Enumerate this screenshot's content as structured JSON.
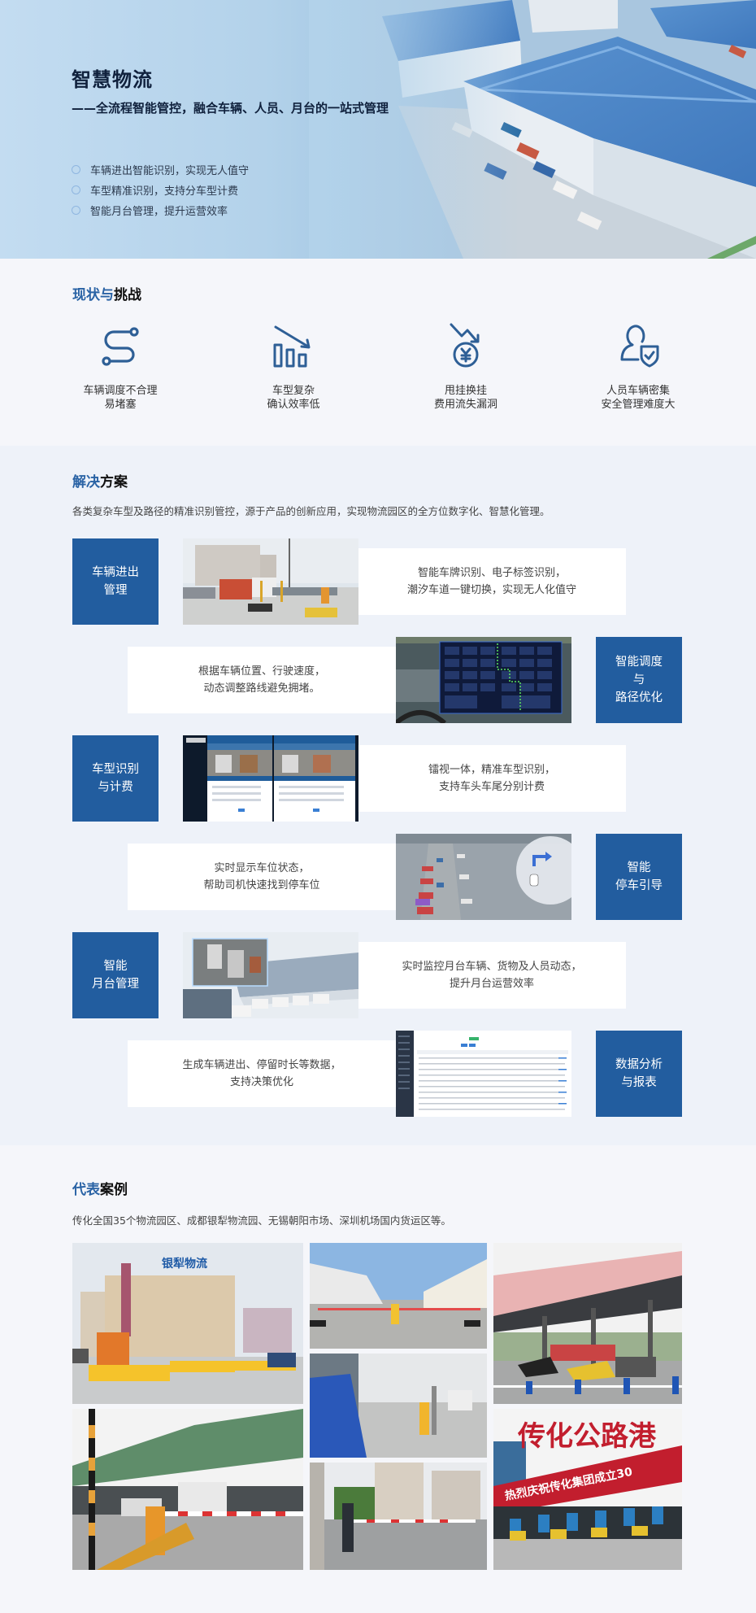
{
  "hero": {
    "title": "智慧物流",
    "subtitle": "——全流程智能管控，融合车辆、人员、月台的一站式管理",
    "features": [
      "车辆进出智能识别，实现无人值守",
      "车型精准识别，支持分车型计费",
      "智能月台管理，提升运营效率"
    ],
    "image": "aerial-logistics-warehouse-photo"
  },
  "challenges": {
    "title_highlight": "现状与",
    "title_rest": "挑战",
    "items": [
      {
        "icon": "route-icon",
        "line1": "车辆调度不合理",
        "line2": "易堵塞"
      },
      {
        "icon": "declining-bar-chart-icon",
        "line1": "车型复杂",
        "line2": "确认效率低"
      },
      {
        "icon": "yuan-coin-loss-icon",
        "line1": "甩挂换挂",
        "line2": "费用流失漏洞"
      },
      {
        "icon": "user-shield-icon",
        "line1": "人员车辆密集",
        "line2": "安全管理难度大"
      }
    ],
    "icon_color": "#2e5f96"
  },
  "solutions": {
    "title_highlight": "解决",
    "title_rest": "方案",
    "description": "各类复杂车型及路径的精准识别管控，源于产品的创新应用，实现物流园区的全方位数字化、智慧化管理。",
    "accent_color": "#225d9f",
    "rows": [
      {
        "label_line1": "车辆进出",
        "label_line2": "管理",
        "label_line3": "",
        "text_line1": "智能车牌识别、电子标签识别，",
        "text_line2": "潮汐车道一键切换，实现无人化值守",
        "image": "vehicle-gate-barrier-photo"
      },
      {
        "label_line1": "智能调度",
        "label_line2": "与",
        "label_line3": "路径优化",
        "text_line1": "根据车辆位置、行驶速度，",
        "text_line2": "动态调整路线避免拥堵。",
        "image": "dispatch-route-map-screen"
      },
      {
        "label_line1": "车型识别",
        "label_line2": "与计费",
        "label_line3": "",
        "text_line1": "镭视一体，精准车型识别，",
        "text_line2": "支持车头车尾分别计费",
        "image": "vehicle-recognition-software-screenshot"
      },
      {
        "label_line1": "智能",
        "label_line2": "停车引导",
        "label_line3": "",
        "text_line1": "实时显示车位状态，",
        "text_line2": "帮助司机快速找到停车位",
        "image": "parking-guidance-aerial-photo"
      },
      {
        "label_line1": "智能",
        "label_line2": "月台管理",
        "label_line3": "",
        "text_line1": "实时监控月台车辆、货物及人员动态，",
        "text_line2": "提升月台运营效率",
        "image": "dock-monitoring-photo"
      },
      {
        "label_line1": "数据分析",
        "label_line2": "与报表",
        "label_line3": "",
        "text_line1": "生成车辆进出、停留时长等数据，",
        "text_line2": "支持决策优化",
        "image": "data-report-table-screenshot"
      }
    ]
  },
  "cases": {
    "title_highlight": "代表",
    "title_rest": "案例",
    "description": "传化全国35个物流园区、成都银犁物流园、无锡朝阳市场、深圳机场国内货运区等。",
    "photos": [
      {
        "name": "case-photo-yinli-gate",
        "sign": "银犁物流"
      },
      {
        "name": "case-photo-warehouse-entrance",
        "sign": ""
      },
      {
        "name": "case-photo-toll-canopy",
        "sign": ""
      },
      {
        "name": "case-photo-truck-at-gate",
        "sign": ""
      },
      {
        "name": "case-photo-market-barrier",
        "sign": ""
      },
      {
        "name": "case-photo-residential-barrier",
        "sign": ""
      },
      {
        "name": "case-photo-transfar-highway-port",
        "sign": "传化公路港",
        "banner": "热烈庆祝传化集团成立30"
      }
    ]
  }
}
